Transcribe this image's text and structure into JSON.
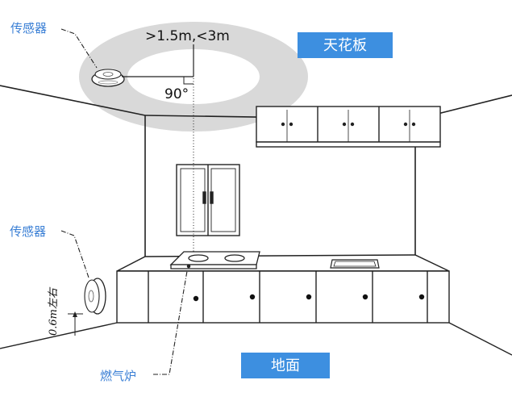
{
  "labels": {
    "sensor_ceiling": "传感器",
    "sensor_wall": "传感器",
    "distance_range": ">1.5m,<3m",
    "angle": "90°",
    "height": "0.6m左右",
    "stove": "燃气炉"
  },
  "badges": {
    "ceiling": "天花板",
    "floor": "地面"
  },
  "colors": {
    "badge_bg": "#3d8fe0",
    "label_blue": "#3a7fd5",
    "ring_gray": "#d9d9d9",
    "line": "#222222"
  }
}
